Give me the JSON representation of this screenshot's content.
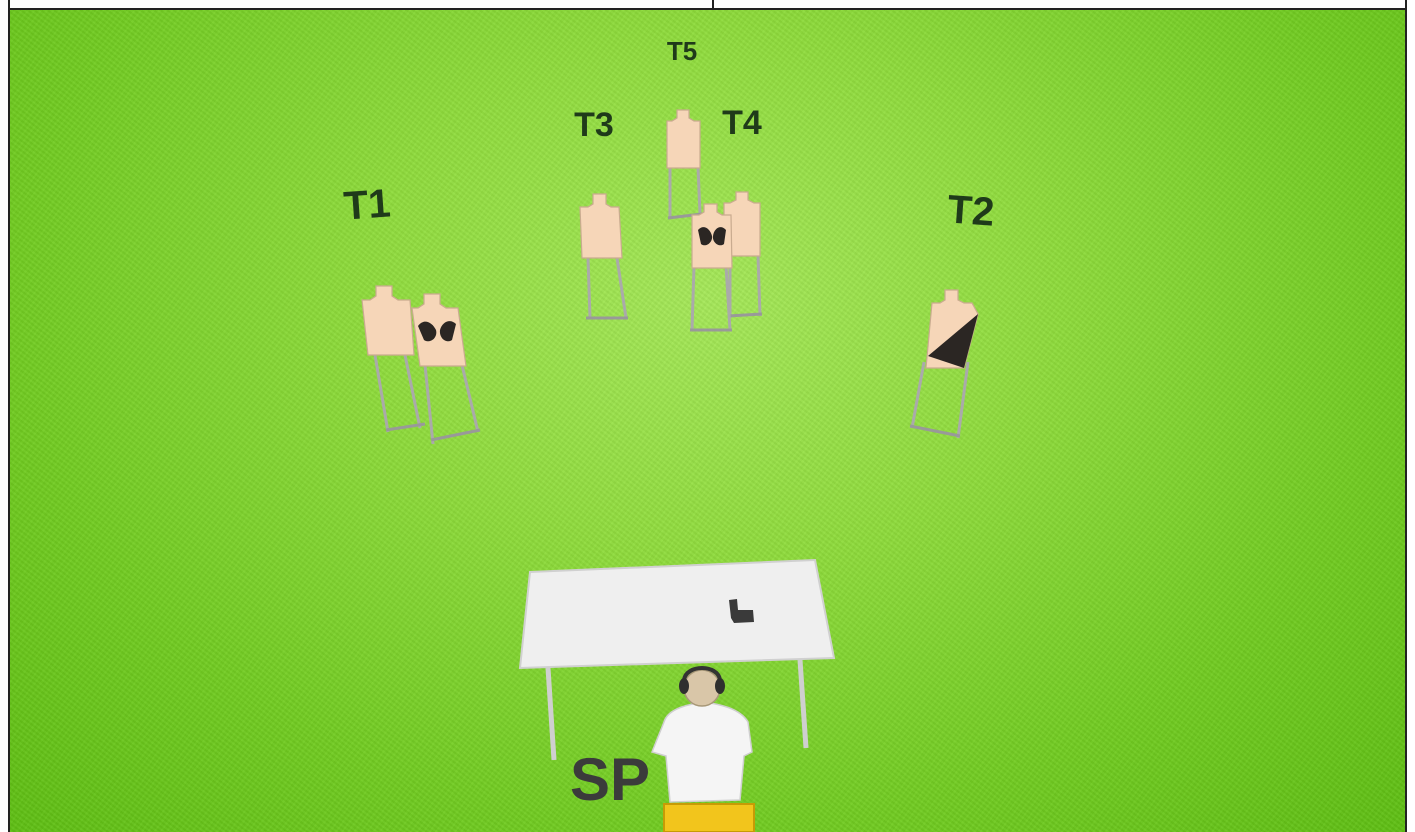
{
  "labels": {
    "t1": "T1",
    "t2": "T2",
    "t3": "T3",
    "t4": "T4",
    "t5": "T5",
    "sp": "SP"
  },
  "colors": {
    "grass": "#8fdc3c",
    "target": "#f6d6b8",
    "no_shoot": "#2b2623",
    "table": "#efefef",
    "label": "#1f3a1a",
    "start_box": "#f2c51c"
  },
  "icons": {
    "target_stand": "target-stand-icon",
    "shooter": "shooter-figure-icon",
    "pistol": "pistol-icon",
    "table": "table-icon"
  }
}
